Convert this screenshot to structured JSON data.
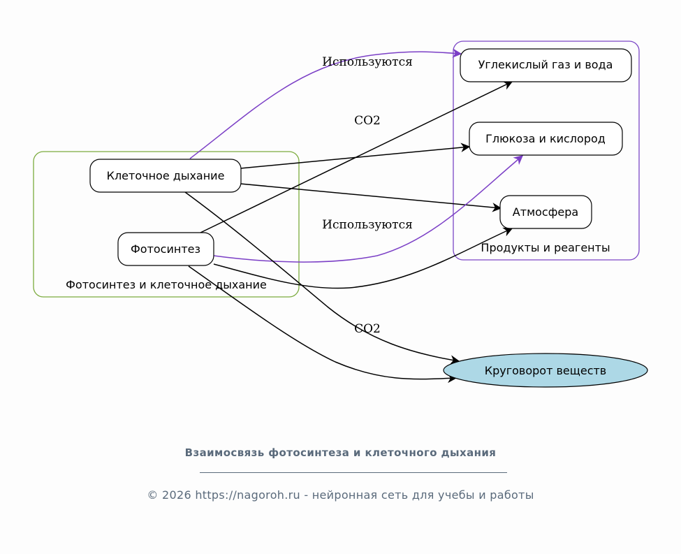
{
  "clusters": {
    "left": {
      "label": "Фотосинтез и клеточное дыхание",
      "color": "#7cab3e"
    },
    "right": {
      "label": "Продукты и реагенты",
      "color": "#7b46c6"
    }
  },
  "nodes": {
    "respiration": "Клеточное дыхание",
    "photosynthesis": "Фотосинтез",
    "co2_water": "Углекислый газ и вода",
    "glucose_oxygen": "Глюкоза и кислород",
    "atmosphere": "Атмосфера",
    "cycle": "Круговорот веществ"
  },
  "edge_labels": {
    "used_top": "Используются",
    "co2_top": "CO2",
    "used_mid": "Используются",
    "co2_bottom": "CO2"
  },
  "colors": {
    "purple_edge": "#7b3fc6",
    "cycle_fill": "#add8e6",
    "footer_text": "#5a6a7b"
  },
  "footer": {
    "title": "Взаимосвязь фотосинтеза и клеточного дыхания",
    "copyright": "© 2026 https://nagoroh.ru - нейронная сеть для учебы и работы"
  }
}
